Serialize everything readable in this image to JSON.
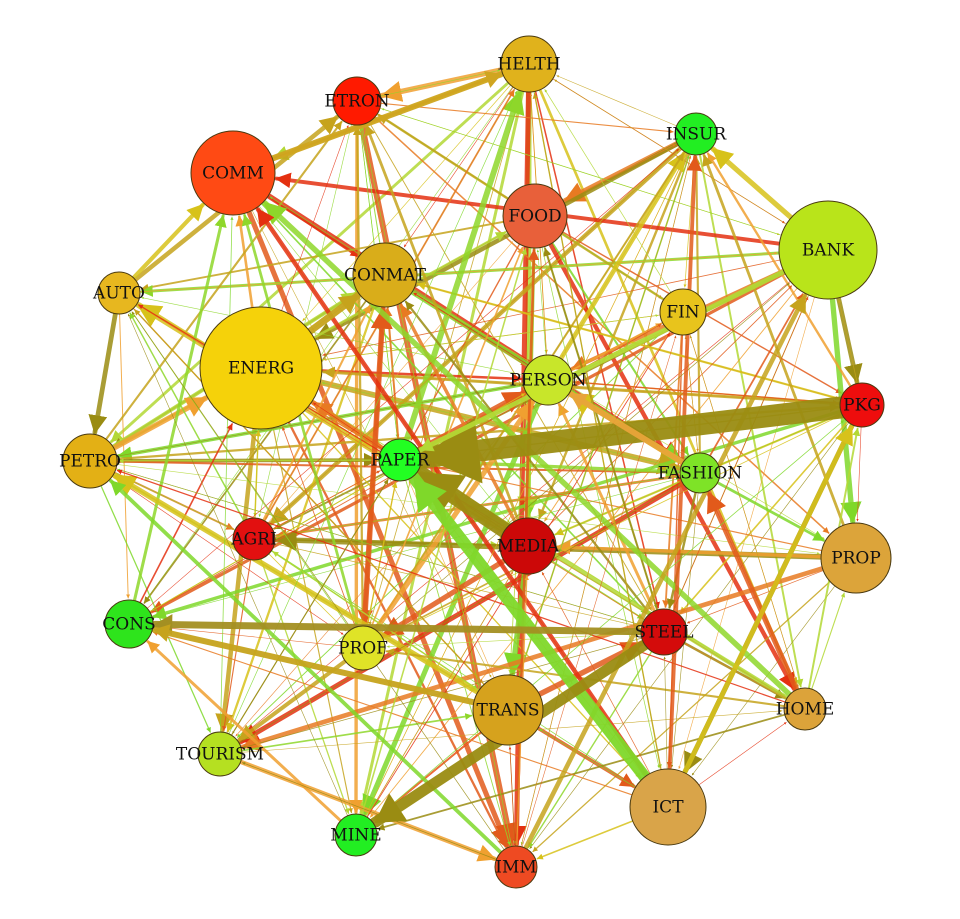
{
  "nodes": [
    {
      "id": "HELTH",
      "label": "HELTH",
      "color": "#e0b21c"
    },
    {
      "id": "ETRON",
      "label": "ETRON",
      "color": "#ff1a00"
    },
    {
      "id": "INSUR",
      "label": "INSUR",
      "color": "#22ee22"
    },
    {
      "id": "COMM",
      "label": "COMM",
      "color": "#ff4a14"
    },
    {
      "id": "FOOD",
      "label": "FOOD",
      "color": "#e8603a"
    },
    {
      "id": "BANK",
      "label": "BANK",
      "color": "#b9e41a"
    },
    {
      "id": "CONMAT",
      "label": "CONMAT",
      "color": "#d9ad1a"
    },
    {
      "id": "AUTO",
      "label": "AUTO",
      "color": "#e7b71f"
    },
    {
      "id": "FIN",
      "label": "FIN",
      "color": "#e8c41c"
    },
    {
      "id": "ENERG",
      "label": "ENERG",
      "color": "#f5d20a"
    },
    {
      "id": "PERSON",
      "label": "PERSON",
      "color": "#c8e62a"
    },
    {
      "id": "PKG",
      "label": "PKG",
      "color": "#ee0d0d"
    },
    {
      "id": "PETRO",
      "label": "PETRO",
      "color": "#e3b015"
    },
    {
      "id": "PAPER",
      "label": "PAPER",
      "color": "#22ff22"
    },
    {
      "id": "FASHION",
      "label": "FASHION",
      "color": "#7ee327"
    },
    {
      "id": "AGRI",
      "label": "AGRI",
      "color": "#e21010"
    },
    {
      "id": "MEDIA",
      "label": "MEDIA",
      "color": "#cc0808"
    },
    {
      "id": "PROP",
      "label": "PROP",
      "color": "#dca43a"
    },
    {
      "id": "CONS",
      "label": "CONS",
      "color": "#2ee41c"
    },
    {
      "id": "PROF",
      "label": "PROF",
      "color": "#dfe327"
    },
    {
      "id": "STEEL",
      "label": "STEEL",
      "color": "#d40b0b"
    },
    {
      "id": "TRANS",
      "label": "TRANS",
      "color": "#d6a21d"
    },
    {
      "id": "HOME",
      "label": "HOME",
      "color": "#dca33a"
    },
    {
      "id": "TOURISM",
      "label": "TOURISM",
      "color": "#b5e021"
    },
    {
      "id": "ICT",
      "label": "ICT",
      "color": "#d9a449"
    },
    {
      "id": "MINE",
      "label": "MINE",
      "color": "#22ee22"
    },
    {
      "id": "IMM",
      "label": "IMM",
      "color": "#ee4a22"
    }
  ],
  "edge_colors": [
    "#9a8c12",
    "#e87a22",
    "#d7c21a",
    "#8ed72a",
    "#e43010",
    "#c6a31c",
    "#f0a030",
    "#b3d835",
    "#e25a1b",
    "#7fd82a"
  ],
  "major_edges": [
    {
      "from": "PKG",
      "to": "PAPER",
      "color": "#9a8c12"
    },
    {
      "from": "MEDIA",
      "to": "PAPER",
      "color": "#9a8c12"
    },
    {
      "from": "ICT",
      "to": "PAPER",
      "color": "#7fd82a"
    },
    {
      "from": "STEEL",
      "to": "MINE",
      "color": "#9a8c12"
    },
    {
      "from": "STEEL",
      "to": "CONS",
      "color": "#a38f22"
    },
    {
      "from": "ENERG",
      "to": "CONMAT",
      "color": "#c6a31c"
    },
    {
      "from": "COMM",
      "to": "HELTH",
      "color": "#d0a520"
    },
    {
      "from": "FASHION",
      "to": "PERSON",
      "color": "#e8a43a"
    },
    {
      "from": "TRANS",
      "to": "CONS",
      "color": "#c6a31c"
    },
    {
      "from": "BANK",
      "to": "PAPER",
      "color": "#b3d835"
    }
  ]
}
